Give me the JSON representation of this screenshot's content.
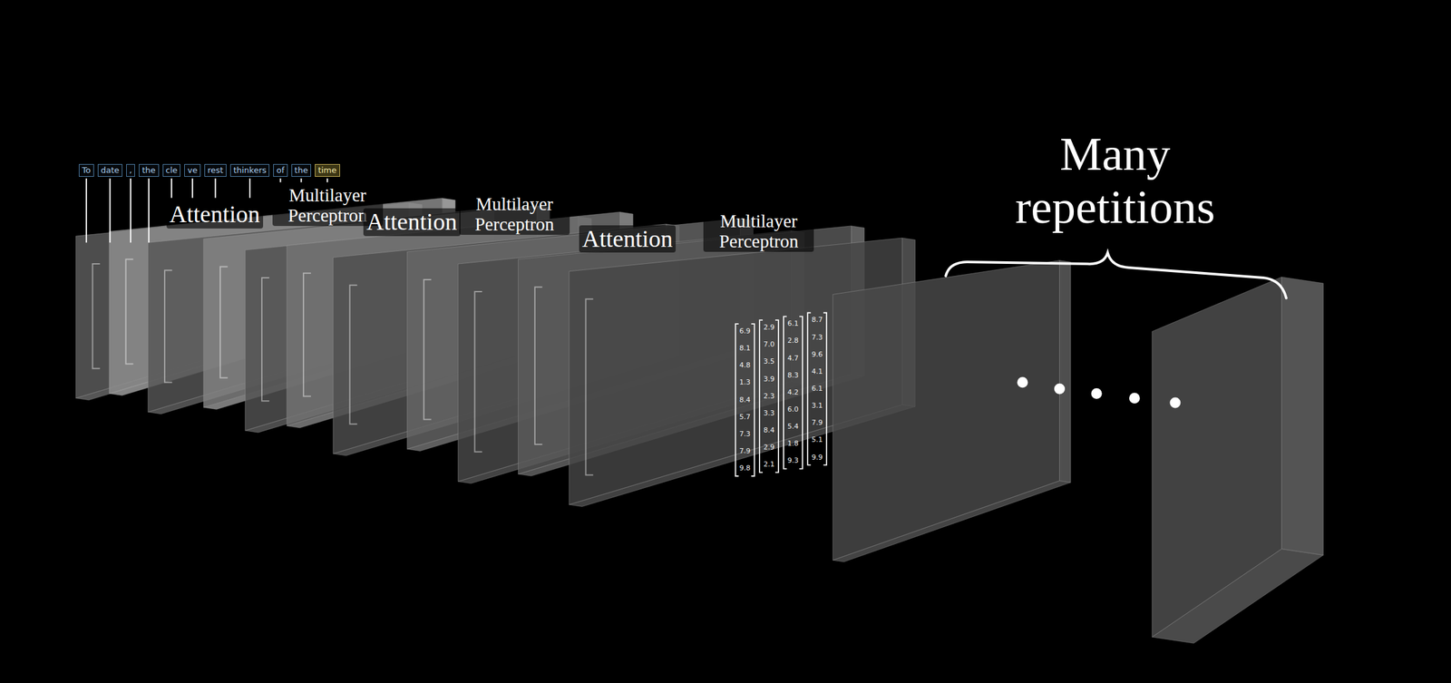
{
  "diagram": {
    "labels": [
      "To",
      "date",
      ",",
      "the",
      "cle",
      "ve",
      "rest",
      "thinkers",
      "of",
      "the",
      "time",
      "Attention",
      "Multilayer Perceptron",
      "Attention",
      "Multilayer Perceptron",
      "Attention",
      "Multilayer Perceptron",
      "Many repetitions",
      "6.9",
      "8.1",
      "4.8",
      "1.3",
      "8.4",
      "5.7",
      "7.3",
      "7.9",
      "9.8",
      "2.9",
      "7.0",
      "3.5",
      "3.9",
      "2.3",
      "3.3",
      "8.4",
      "2.9",
      "2.1",
      "6.1",
      "2.8",
      "4.7",
      "8.3",
      "4.2",
      "6.0",
      "5.4",
      "1.8",
      "9.3",
      "8.7",
      "7.3",
      "9.6",
      "4.1",
      "6.1",
      "3.1",
      "7.9",
      "5.1",
      "9.9"
    ]
  }
}
